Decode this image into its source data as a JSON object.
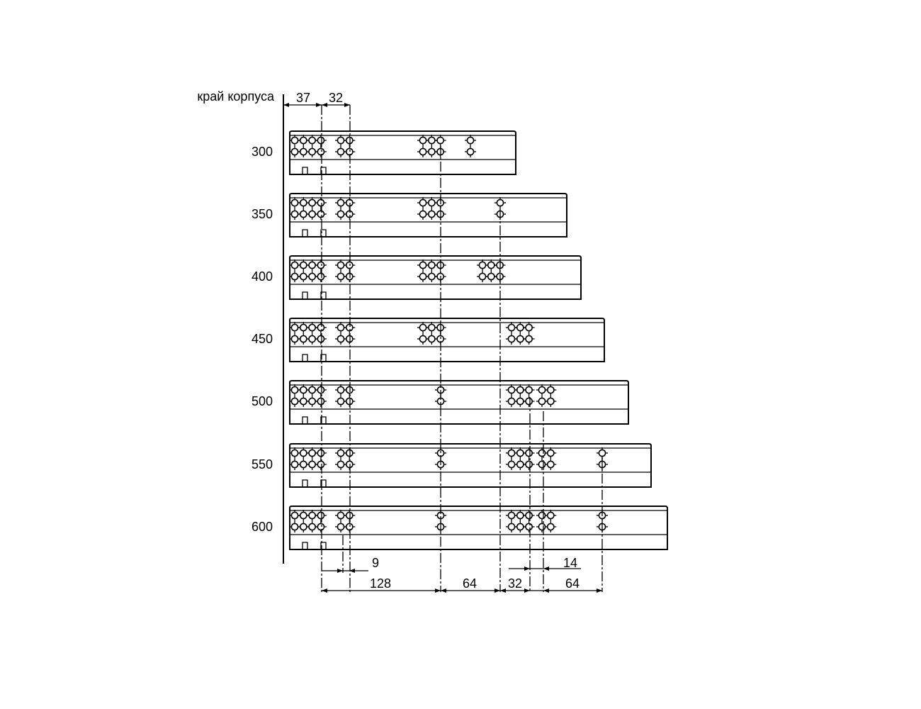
{
  "edge_label": "край корпуса",
  "top_dims": [
    "37",
    "32"
  ],
  "bottom_dims": {
    "d9": "9",
    "d14": "14",
    "d128": "128",
    "d64a": "64",
    "d32": "32",
    "d64b": "64"
  },
  "rails": [
    {
      "label": "300",
      "groups": [
        [
          4,
          4
        ],
        [
          2,
          2
        ],
        [
          3,
          3
        ],
        [
          1,
          1
        ]
      ]
    },
    {
      "label": "350",
      "groups": [
        [
          4,
          4
        ],
        [
          2,
          2
        ],
        [
          3,
          3
        ],
        [
          1,
          1
        ]
      ]
    },
    {
      "label": "400",
      "groups": [
        [
          4,
          4
        ],
        [
          2,
          2
        ],
        [
          3,
          3
        ],
        [
          3,
          3
        ]
      ]
    },
    {
      "label": "450",
      "groups": [
        [
          4,
          4
        ],
        [
          2,
          2
        ],
        [
          3,
          3
        ],
        [
          3,
          3
        ]
      ]
    },
    {
      "label": "500",
      "groups": [
        [
          4,
          4
        ],
        [
          2,
          2
        ],
        [
          1,
          1
        ],
        [
          3,
          3
        ],
        [
          2,
          2
        ]
      ]
    },
    {
      "label": "550",
      "groups": [
        [
          4,
          4
        ],
        [
          2,
          2
        ],
        [
          1,
          1
        ],
        [
          3,
          3
        ],
        [
          2,
          2
        ],
        [
          1,
          1
        ]
      ]
    },
    {
      "label": "600",
      "groups": [
        [
          4,
          4
        ],
        [
          2,
          2
        ],
        [
          1,
          1
        ],
        [
          3,
          3
        ],
        [
          2,
          2
        ],
        [
          1,
          1
        ]
      ]
    }
  ],
  "colors": {
    "line": "#000000",
    "background": "#ffffff"
  }
}
